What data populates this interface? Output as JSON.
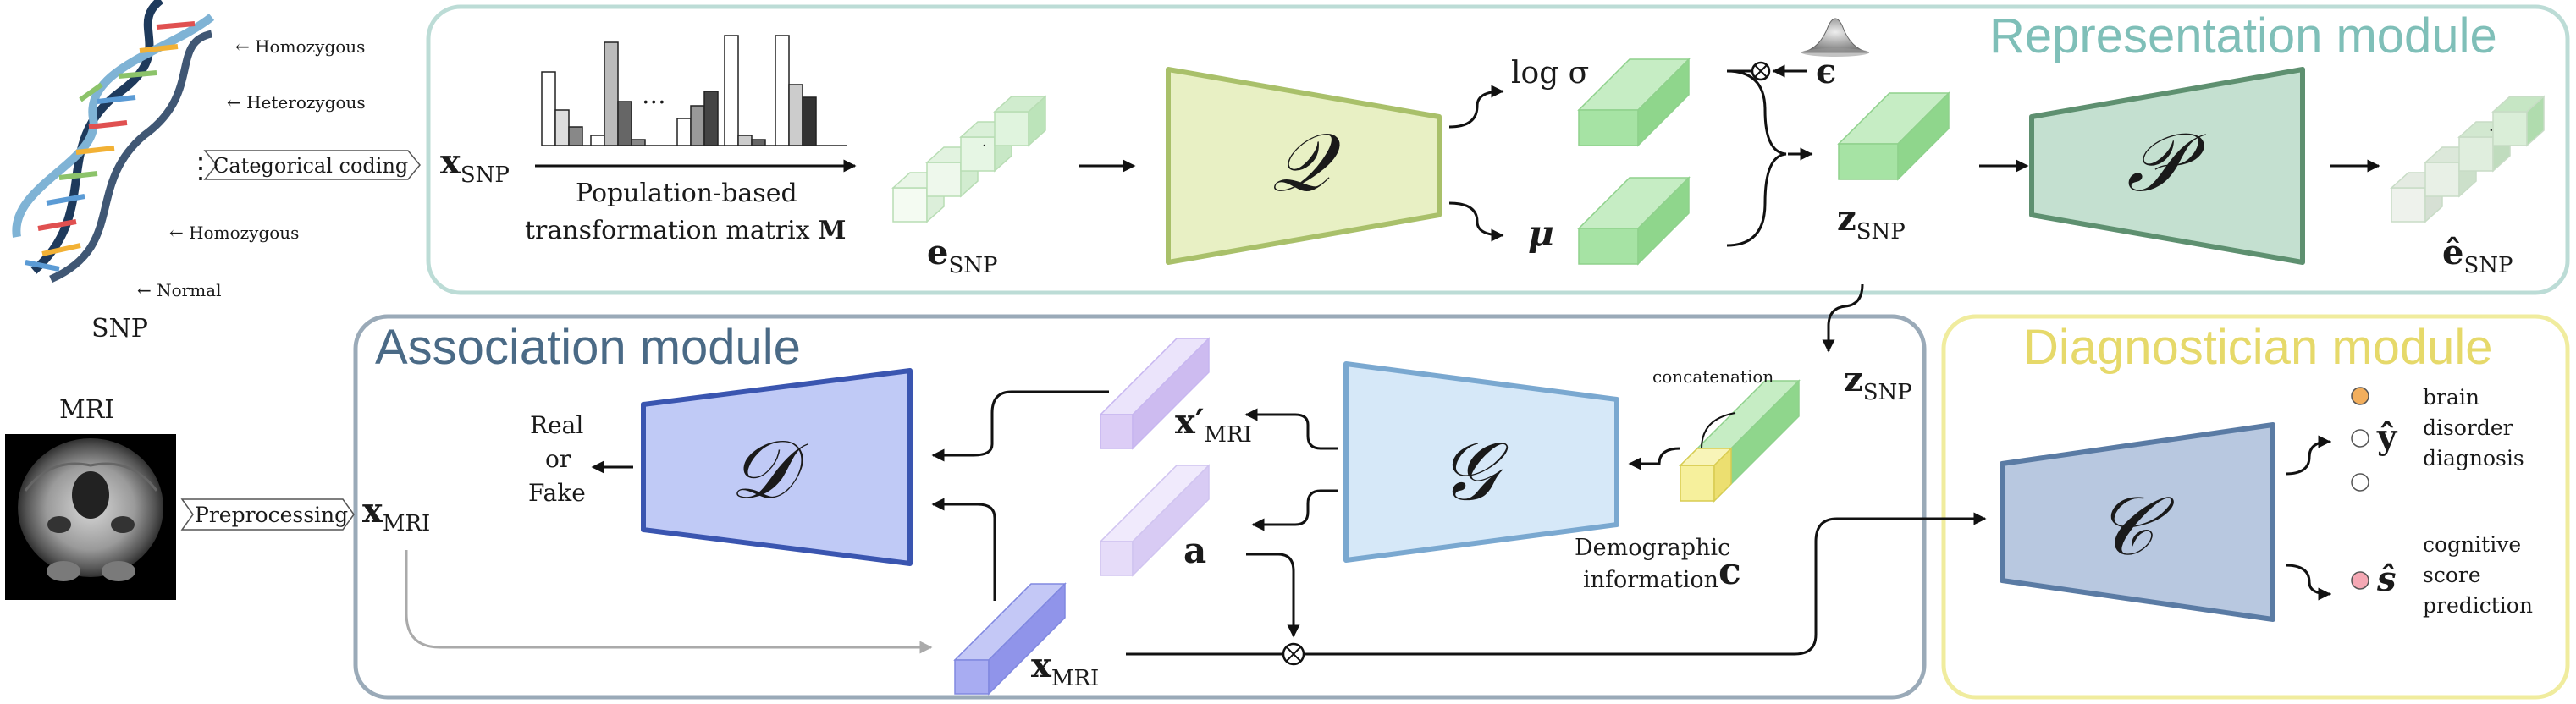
{
  "modules": {
    "representation": {
      "title": "Representation module",
      "color": "#7fbfb8"
    },
    "association": {
      "title": "Association module",
      "color": "#4a6a86"
    },
    "diagnostician": {
      "title": "Diagnostician module",
      "color": "#e6d96a"
    }
  },
  "snp": {
    "caption": "SNP",
    "labels": [
      "← Homozygous",
      "← Heterozygous",
      "← Homozygous",
      "← Normal"
    ],
    "coding_tag": "Categorical coding"
  },
  "mri": {
    "caption": "MRI",
    "preprocess_tag": "Preprocessing"
  },
  "representation": {
    "x_snp": "x",
    "x_snp_sub": "SNP",
    "histogram_ellipsis": "...",
    "transform_line1": "Population-based",
    "transform_line2": "transformation matrix ",
    "transform_bold": "M",
    "e_snp": "e",
    "e_snp_sub": "SNP",
    "encoder_symbol": "𝒬",
    "log_sigma": "log σ",
    "mu": "μ",
    "epsilon": "ϵ",
    "z_snp": "z",
    "z_snp_sub": "SNP",
    "decoder_symbol": "𝒫",
    "e_hat": "ê",
    "e_hat_sub": "SNP"
  },
  "association": {
    "x_mri": "x",
    "x_mri_sub": "MRI",
    "discriminator_symbol": "𝒟",
    "real_or_fake": [
      "Real",
      "or",
      "Fake"
    ],
    "x_prime": "x′",
    "x_prime_sub": "MRI",
    "a_label": "a",
    "generator_symbol": "𝒢",
    "concatenation": "concatenation",
    "z_snp": "z",
    "z_snp_sub": "SNP",
    "demo_line1": "Demographic",
    "demo_line2": "information",
    "c_label": "c",
    "x_mri_bottom": "x",
    "x_mri_bottom_sub": "MRI"
  },
  "diagnostician": {
    "classifier_symbol": "𝒞",
    "y_hat": "ŷ",
    "brain_lines": [
      "brain",
      "disorder",
      "diagnosis"
    ],
    "s_hat": "ŝ",
    "cog_lines": [
      "cognitive",
      "score",
      "prediction"
    ]
  },
  "colors": {
    "q_fill": "#e8f0c4",
    "q_stroke": "#a9c06a",
    "p_fill": "#c4e0d0",
    "p_stroke": "#5e9070",
    "d_fill": "#c0caf6",
    "d_stroke": "#3a55b0",
    "g_fill": "#d6e8f8",
    "g_stroke": "#7aa8d0",
    "c_fill": "#b8c8e0",
    "c_stroke": "#5a7ba4",
    "green": "#a6e3a4",
    "purple": "#dccdf6",
    "blue": "#a8acf2",
    "yellow": "#f6f09c"
  }
}
